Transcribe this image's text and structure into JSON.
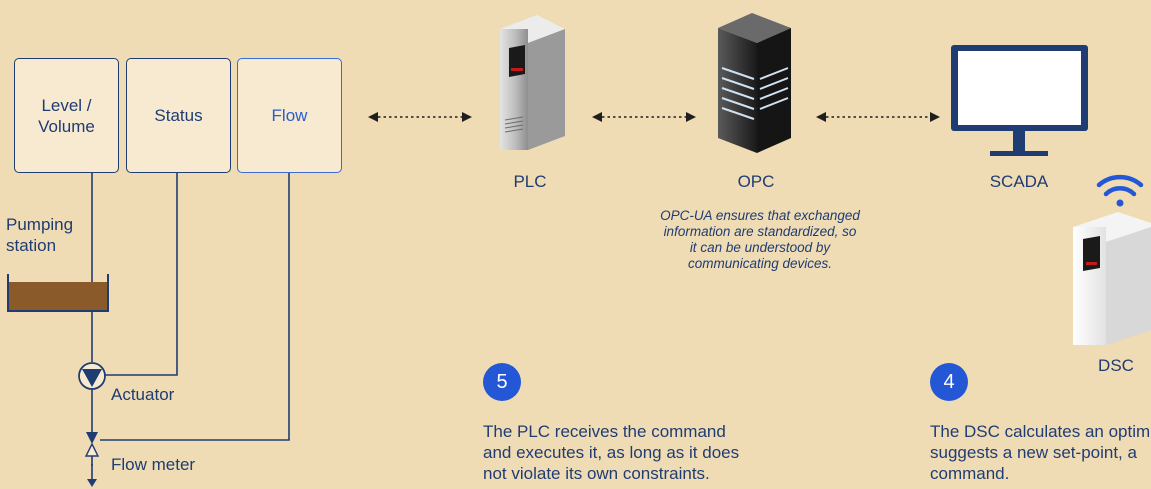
{
  "colors": {
    "background": "#efdcb5",
    "ink": "#1f3c73",
    "accent": "#2457d6",
    "sludge": "#8b5a2b"
  },
  "sensors": {
    "level_line1": "Level /",
    "level_line2": "Volume",
    "status": "Status",
    "flow": "Flow"
  },
  "station": {
    "line1": "Pumping",
    "line2": "station"
  },
  "actuator_label": "Actuator",
  "flow_meter_label": "Flow meter",
  "devices": {
    "plc": "PLC",
    "opc": "OPC",
    "scada": "SCADA",
    "dsc": "DSC"
  },
  "opc_note": {
    "line1": "OPC-UA ensures that exchanged",
    "line2": "information are standardized, so",
    "line3": "it can be understood by",
    "line4": "communicating devices."
  },
  "steps": [
    {
      "number": "5",
      "line1": "The PLC receives the command",
      "line2": "and executes it, as long as it does",
      "line3": "not violate its own constraints."
    },
    {
      "number": "4",
      "line1": "The DSC calculates an optim",
      "line2": "suggests a new set-point, a",
      "line3": "command."
    }
  ],
  "icons": [
    "double-arrow-icon",
    "plc-cabinet-icon",
    "opc-server-icon",
    "monitor-icon",
    "wifi-icon",
    "dsc-device-icon",
    "pump-icon",
    "valve-icon"
  ]
}
